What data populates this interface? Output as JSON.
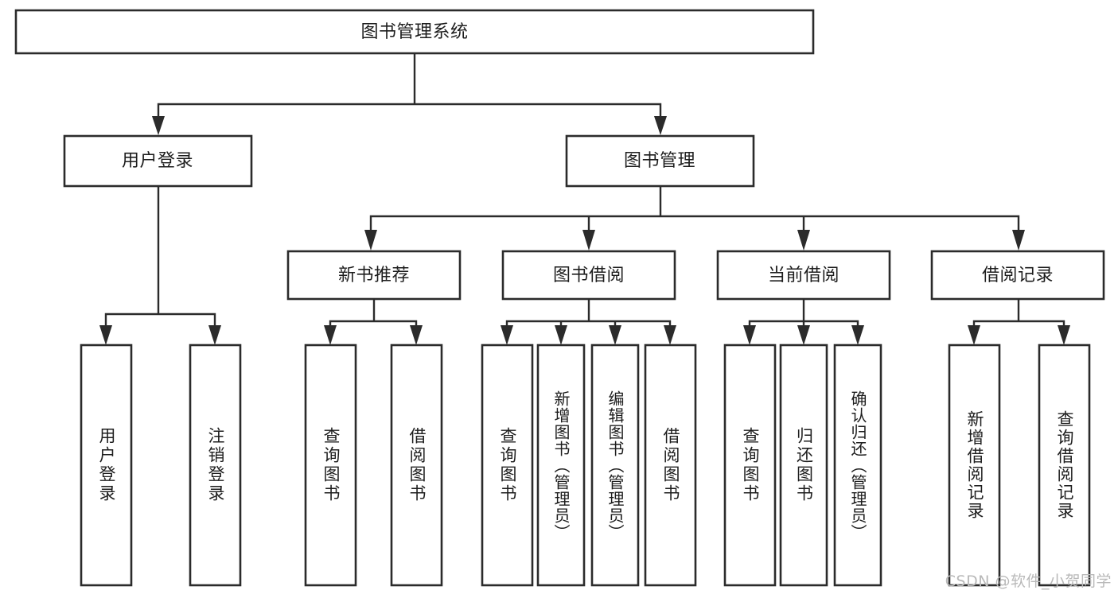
{
  "diagram": {
    "type": "tree-hierarchy-chart",
    "title_node": {
      "id": "root",
      "label": "图书管理系统"
    },
    "level2": [
      {
        "id": "user-login",
        "label": "用户登录"
      },
      {
        "id": "book-manage",
        "label": "图书管理"
      }
    ],
    "level3": [
      {
        "id": "new-book-rec",
        "label": "新书推荐",
        "parent": "book-manage"
      },
      {
        "id": "book-borrow",
        "label": "图书借阅",
        "parent": "book-manage"
      },
      {
        "id": "current-borrow",
        "label": "当前借阅",
        "parent": "book-manage"
      },
      {
        "id": "borrow-record",
        "label": "借阅记录",
        "parent": "book-manage"
      }
    ],
    "leaves": [
      {
        "id": "leaf-user-login",
        "label": "用户登录",
        "parent": "user-login"
      },
      {
        "id": "leaf-logout-login",
        "label": "注销登录",
        "parent": "user-login"
      },
      {
        "id": "leaf-query-book-1",
        "label": "查询图书",
        "parent": "new-book-rec"
      },
      {
        "id": "leaf-borrow-book-1",
        "label": "借阅图书",
        "parent": "new-book-rec"
      },
      {
        "id": "leaf-query-book-2",
        "label": "查询图书",
        "parent": "book-borrow"
      },
      {
        "id": "leaf-add-book",
        "label": "新增图书（管理员）",
        "parent": "book-borrow"
      },
      {
        "id": "leaf-edit-book",
        "label": "编辑图书（管理员）",
        "parent": "book-borrow"
      },
      {
        "id": "leaf-borrow-book-2",
        "label": "借阅图书",
        "parent": "book-borrow"
      },
      {
        "id": "leaf-query-book-3",
        "label": "查询图书",
        "parent": "current-borrow"
      },
      {
        "id": "leaf-return-book",
        "label": "归还图书",
        "parent": "current-borrow"
      },
      {
        "id": "leaf-confirm-return",
        "label": "确认归还（管理员）",
        "parent": "current-borrow"
      },
      {
        "id": "leaf-add-record",
        "label": "新增借阅记录",
        "parent": "borrow-record"
      },
      {
        "id": "leaf-query-record",
        "label": "查询借阅记录",
        "parent": "borrow-record"
      }
    ],
    "watermark": "CSDN @软件_小贺同学",
    "colors": {
      "stroke": "#2b2b2b",
      "fill": "#ffffff",
      "text": "#1d1d1d",
      "watermark": "#b9b9b9",
      "background": "#ffffff"
    }
  }
}
